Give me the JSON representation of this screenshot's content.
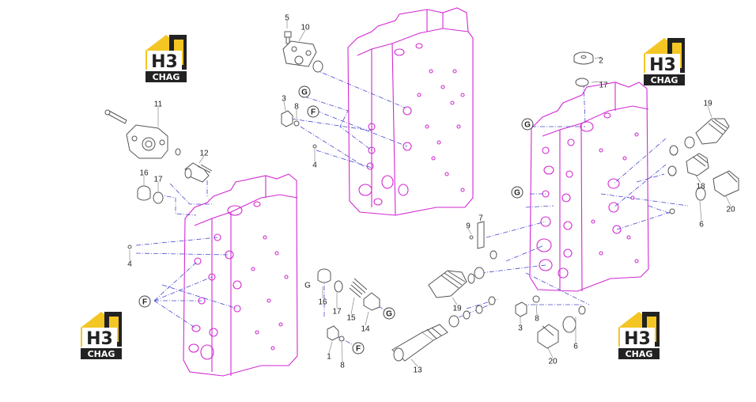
{
  "logo": {
    "brand": "H3",
    "sub": "CHAG",
    "colors": {
      "yellow": "#f3c623",
      "dark": "#222222",
      "white": "#ffffff"
    }
  },
  "labels": [
    "5",
    "10",
    "2",
    "17",
    "11",
    "12",
    "16",
    "17",
    "3",
    "8",
    "4",
    "G",
    "F",
    "G",
    "19",
    "18",
    "20",
    "6",
    "9",
    "7",
    "G",
    "G",
    "4",
    "F",
    "16",
    "17",
    "15",
    "14",
    "G",
    "19",
    "3",
    "8",
    "6",
    "20",
    "1",
    "8",
    "F",
    "13"
  ],
  "colors": {
    "outline": "#d22ad2",
    "leader": "#4a4ad0",
    "part": "#555555",
    "text": "#222222"
  }
}
